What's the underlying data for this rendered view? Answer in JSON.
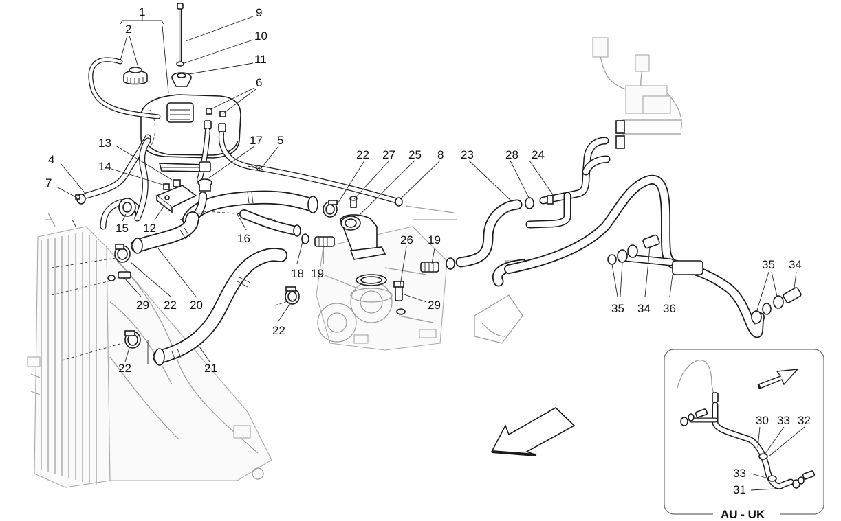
{
  "part_numbers": {
    "n1": "1",
    "n2": "2",
    "n3": "9",
    "n4": "10",
    "n5": "11",
    "n6": "6",
    "n7": "13",
    "n8": "14",
    "n9": "4",
    "n10": "7",
    "n11": "15",
    "n12": "12",
    "n13": "17",
    "n14": "5",
    "n15": "16",
    "n16": "22",
    "n17": "27",
    "n18": "25",
    "n19": "8",
    "n20": "23",
    "n21": "28",
    "n22": "24",
    "n23": "26",
    "n24": "19",
    "n25": "19",
    "n26": "18",
    "n27": "29",
    "n28": "29",
    "n29": "22",
    "n30": "20",
    "n31": "22",
    "n32": "22",
    "n33": "21",
    "n34": "35",
    "n35": "34",
    "n36": "36",
    "n37": "35",
    "n38": "34",
    "n39": "30",
    "n40": "33",
    "n41": "32",
    "n42": "33",
    "n43": "31"
  },
  "inset": {
    "title": "AU - UK"
  },
  "colors": {
    "line": "#1a1a1a",
    "ghost": "#9a9a9a",
    "background": "#ffffff"
  }
}
